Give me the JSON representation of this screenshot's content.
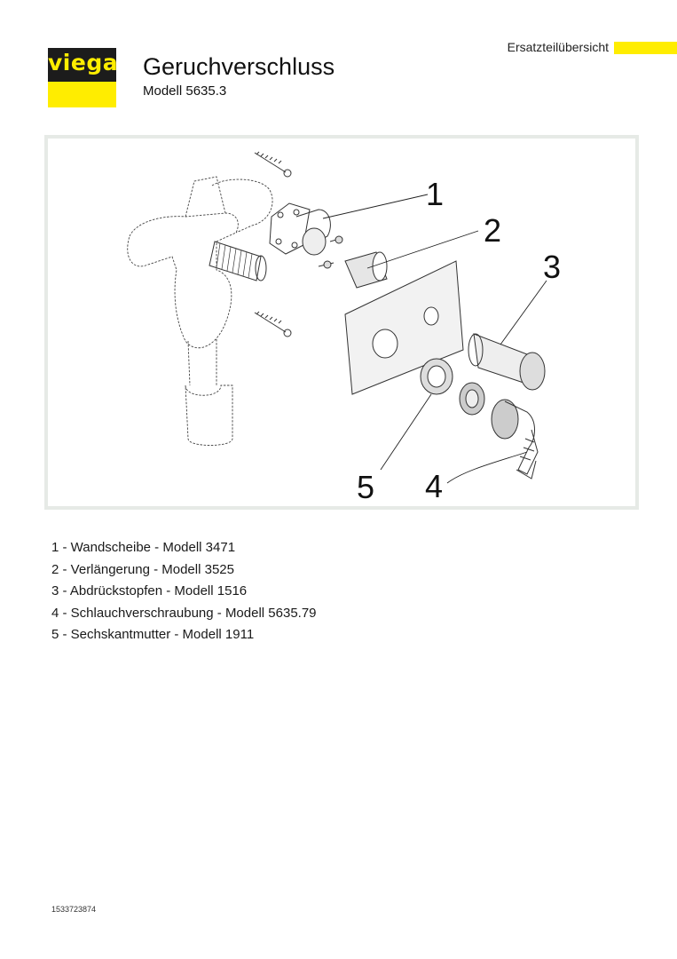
{
  "brand": {
    "name": "viega",
    "colors": {
      "yellow": "#ffed00",
      "dark": "#1c1c1c"
    }
  },
  "header": {
    "doc_type": "Ersatzteilübersicht",
    "title": "Geruchverschluss",
    "model": "Modell 5635.3"
  },
  "figure": {
    "callouts": [
      "1",
      "2",
      "3",
      "4",
      "5"
    ]
  },
  "parts": [
    "1 - Wandscheibe - Modell 3471",
    "2 - Verlängerung - Modell 3525",
    "3 - Abdrückstopfen - Modell 1516",
    "4 - Schlauchverschraubung - Modell 5635.79",
    "5 - Sechskantmutter - Modell 1911"
  ],
  "footer": {
    "doc_number": "1533723874"
  }
}
